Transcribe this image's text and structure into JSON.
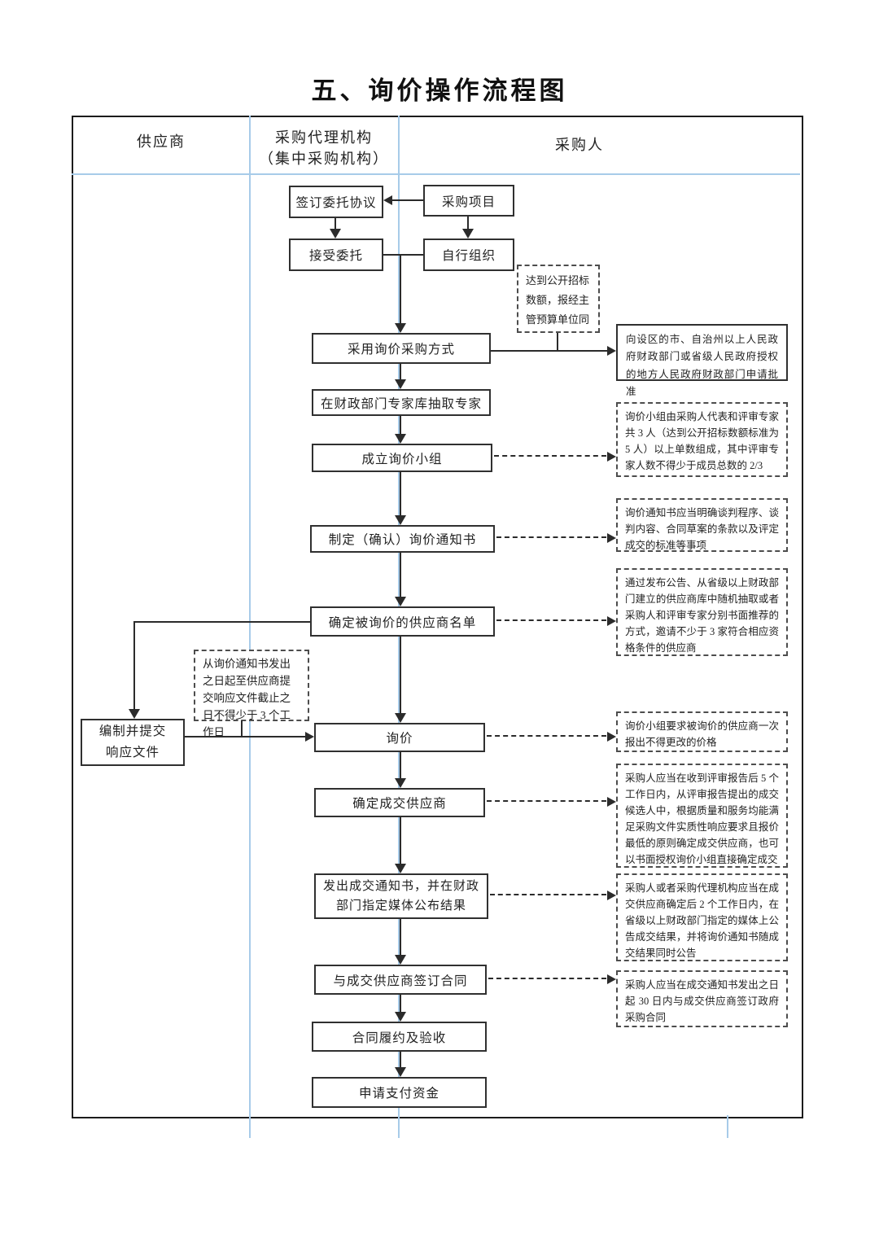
{
  "title": "五、询价操作流程图",
  "columns": {
    "supplier": "供应商",
    "agency_line1": "采购代理机构",
    "agency_line2": "（集中采购机构）",
    "purchaser": "采购人"
  },
  "nodes": {
    "sign_agreement": "签订委托协议",
    "procurement_project": "采购项目",
    "accept_entrustment": "接受委托",
    "self_organize": "自行组织",
    "adopt_method": "采用询价采购方式",
    "extract_experts": "在财政部门专家库抽取专家",
    "form_team": "成立询价小组",
    "make_notice": "制定（确认）询价通知书",
    "determine_suppliers": "确定被询价的供应商名单",
    "prepare_response_l1": "编制并提交",
    "prepare_response_l2": "响应文件",
    "inquiry": "询价",
    "determine_winner": "确定成交供应商",
    "issue_notice": "发出成交通知书，并在财政部门指定媒体公布结果",
    "sign_contract": "与成交供应商签订合同",
    "contract_performance": "合同履约及验收",
    "apply_payment": "申请支付资金"
  },
  "annotations": {
    "over_threshold": "达到公开招标数额，报经主管预算单位同",
    "apply_approval": "向设区的市、自治州以上人民政府财政部门或省级人民政府授权的地方人民政府财政部门申请批准",
    "team_composition": "询价小组由采购人代表和评审专家共 3 人（达到公开招标数额标准为 5 人）以上单数组成，其中评审专家人数不得少于成员总数的 2/3",
    "notice_content": "询价通知书应当明确谈判程序、谈判内容、合同草案的条款以及评定成交的标准等事项",
    "supplier_selection": "通过发布公告、从省级以上财政部门建立的供应商库中随机抽取或者采购人和评审专家分别书面推荐的方式，邀请不少于 3 家符合相应资格条件的供应商",
    "min_days": "从询价通知书发出之日起至供应商提交响应文件截止之日不得少于 3 个工作日",
    "one_quote": "询价小组要求被询价的供应商一次报出不得更改的价格",
    "winner_determination": "采购人应当在收到评审报告后 5 个工作日内，从评审报告提出的成交候选人中，根据质量和服务均能满足采购文件实质性响应要求且报价最低的原则确定成交供应商，也可以书面授权询价小组直接确定成交",
    "result_announcement": "采购人或者采购代理机构应当在成交供应商确定后 2 个工作日内，在省级以上财政部门指定的媒体上公告成交结果，并将询价通知书随成交结果同时公告",
    "contract_deadline": "采购人应当在成交通知书发出之日起 30 日内与成交供应商签订政府采购合同"
  },
  "colors": {
    "lane_divider": "#a7cbe9",
    "line": "#2b2b2b",
    "border": "#1c1c1c"
  }
}
